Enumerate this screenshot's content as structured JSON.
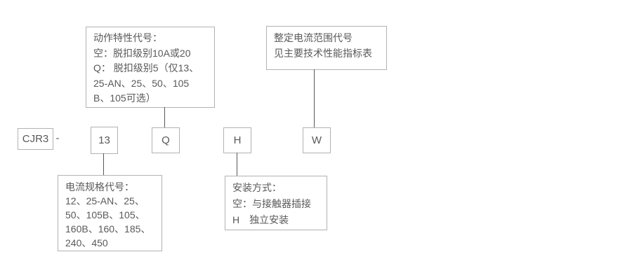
{
  "colors": {
    "background": "#ffffff",
    "box_border": "#b2b2b2",
    "connector_line": "#595959",
    "text": "#595959"
  },
  "model_code": {
    "prefix": "CJR3",
    "separator": "-",
    "segments": {
      "current_spec": "13",
      "action_characteristic": "Q",
      "mounting": "H",
      "current_range": "W"
    }
  },
  "callouts": {
    "action_characteristic": {
      "lines": [
        "动作特性代号：",
        "空：脱扣级别10A或20",
        "Q： 脱扣级别5（仅13、",
        "25-AN、25、50、105",
        "B、105可选）"
      ]
    },
    "current_range": {
      "lines": [
        "整定电流范围代号",
        "见主要技术性能指标表"
      ]
    },
    "current_spec": {
      "lines": [
        "电流规格代号：",
        "12、25-AN、25、",
        "50、105B、105、",
        "160B、160、185、",
        "240、450"
      ]
    },
    "mounting": {
      "lines": [
        "安装方式：",
        "空：与接触器插接",
        "H　独立安装"
      ]
    }
  }
}
